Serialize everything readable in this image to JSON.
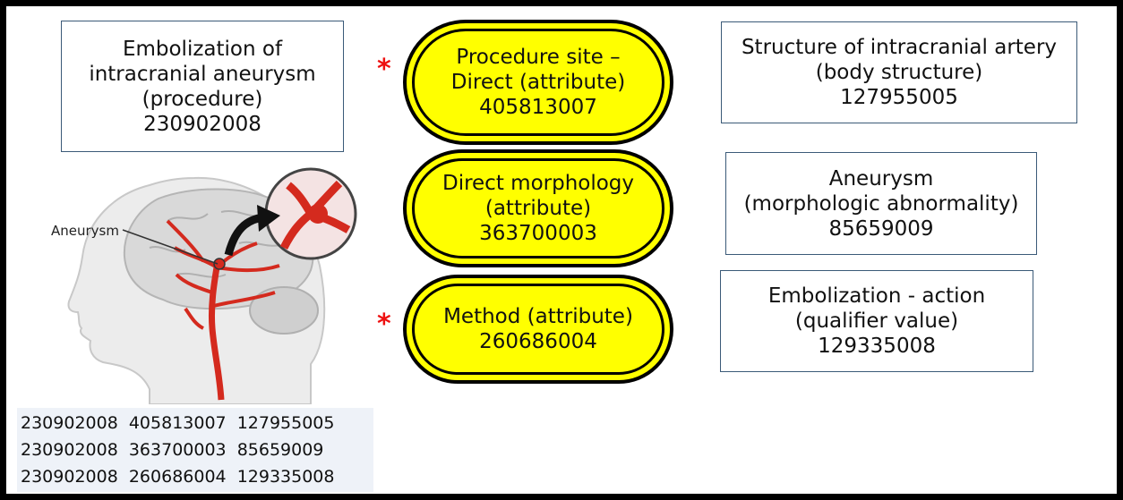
{
  "procedure": {
    "lines": [
      "Embolization of",
      "intracranial aneurysm",
      "(procedure)"
    ],
    "code": "230902008"
  },
  "attributes": [
    {
      "lines": [
        "Procedure site –",
        "Direct (attribute)"
      ],
      "code": "405813007",
      "starred": true
    },
    {
      "lines": [
        "Direct morphology",
        "(attribute)"
      ],
      "code": "363700003",
      "starred": false
    },
    {
      "lines": [
        "Method (attribute)"
      ],
      "code": "260686004",
      "starred": true
    }
  ],
  "values": [
    {
      "lines": [
        "Structure of intracranial artery",
        "(body structure)"
      ],
      "code": "127955005"
    },
    {
      "lines": [
        "Aneurysm",
        "(morphologic abnormality)"
      ],
      "code": "85659009"
    },
    {
      "lines": [
        "Embolization - action",
        "(qualifier value)"
      ],
      "code": "129335008"
    }
  ],
  "illustration": {
    "label": "Aneurysm"
  },
  "star_symbol": "*",
  "triples": [
    [
      "230902008",
      "405813007",
      "127955005"
    ],
    [
      "230902008",
      "363700003",
      "85659009"
    ],
    [
      "230902008",
      "260686004",
      "129335008"
    ]
  ],
  "colors": {
    "attribute_fill": "#ffff00",
    "star": "#e11111",
    "artery": "#d42a1e",
    "frame": "#000000"
  }
}
